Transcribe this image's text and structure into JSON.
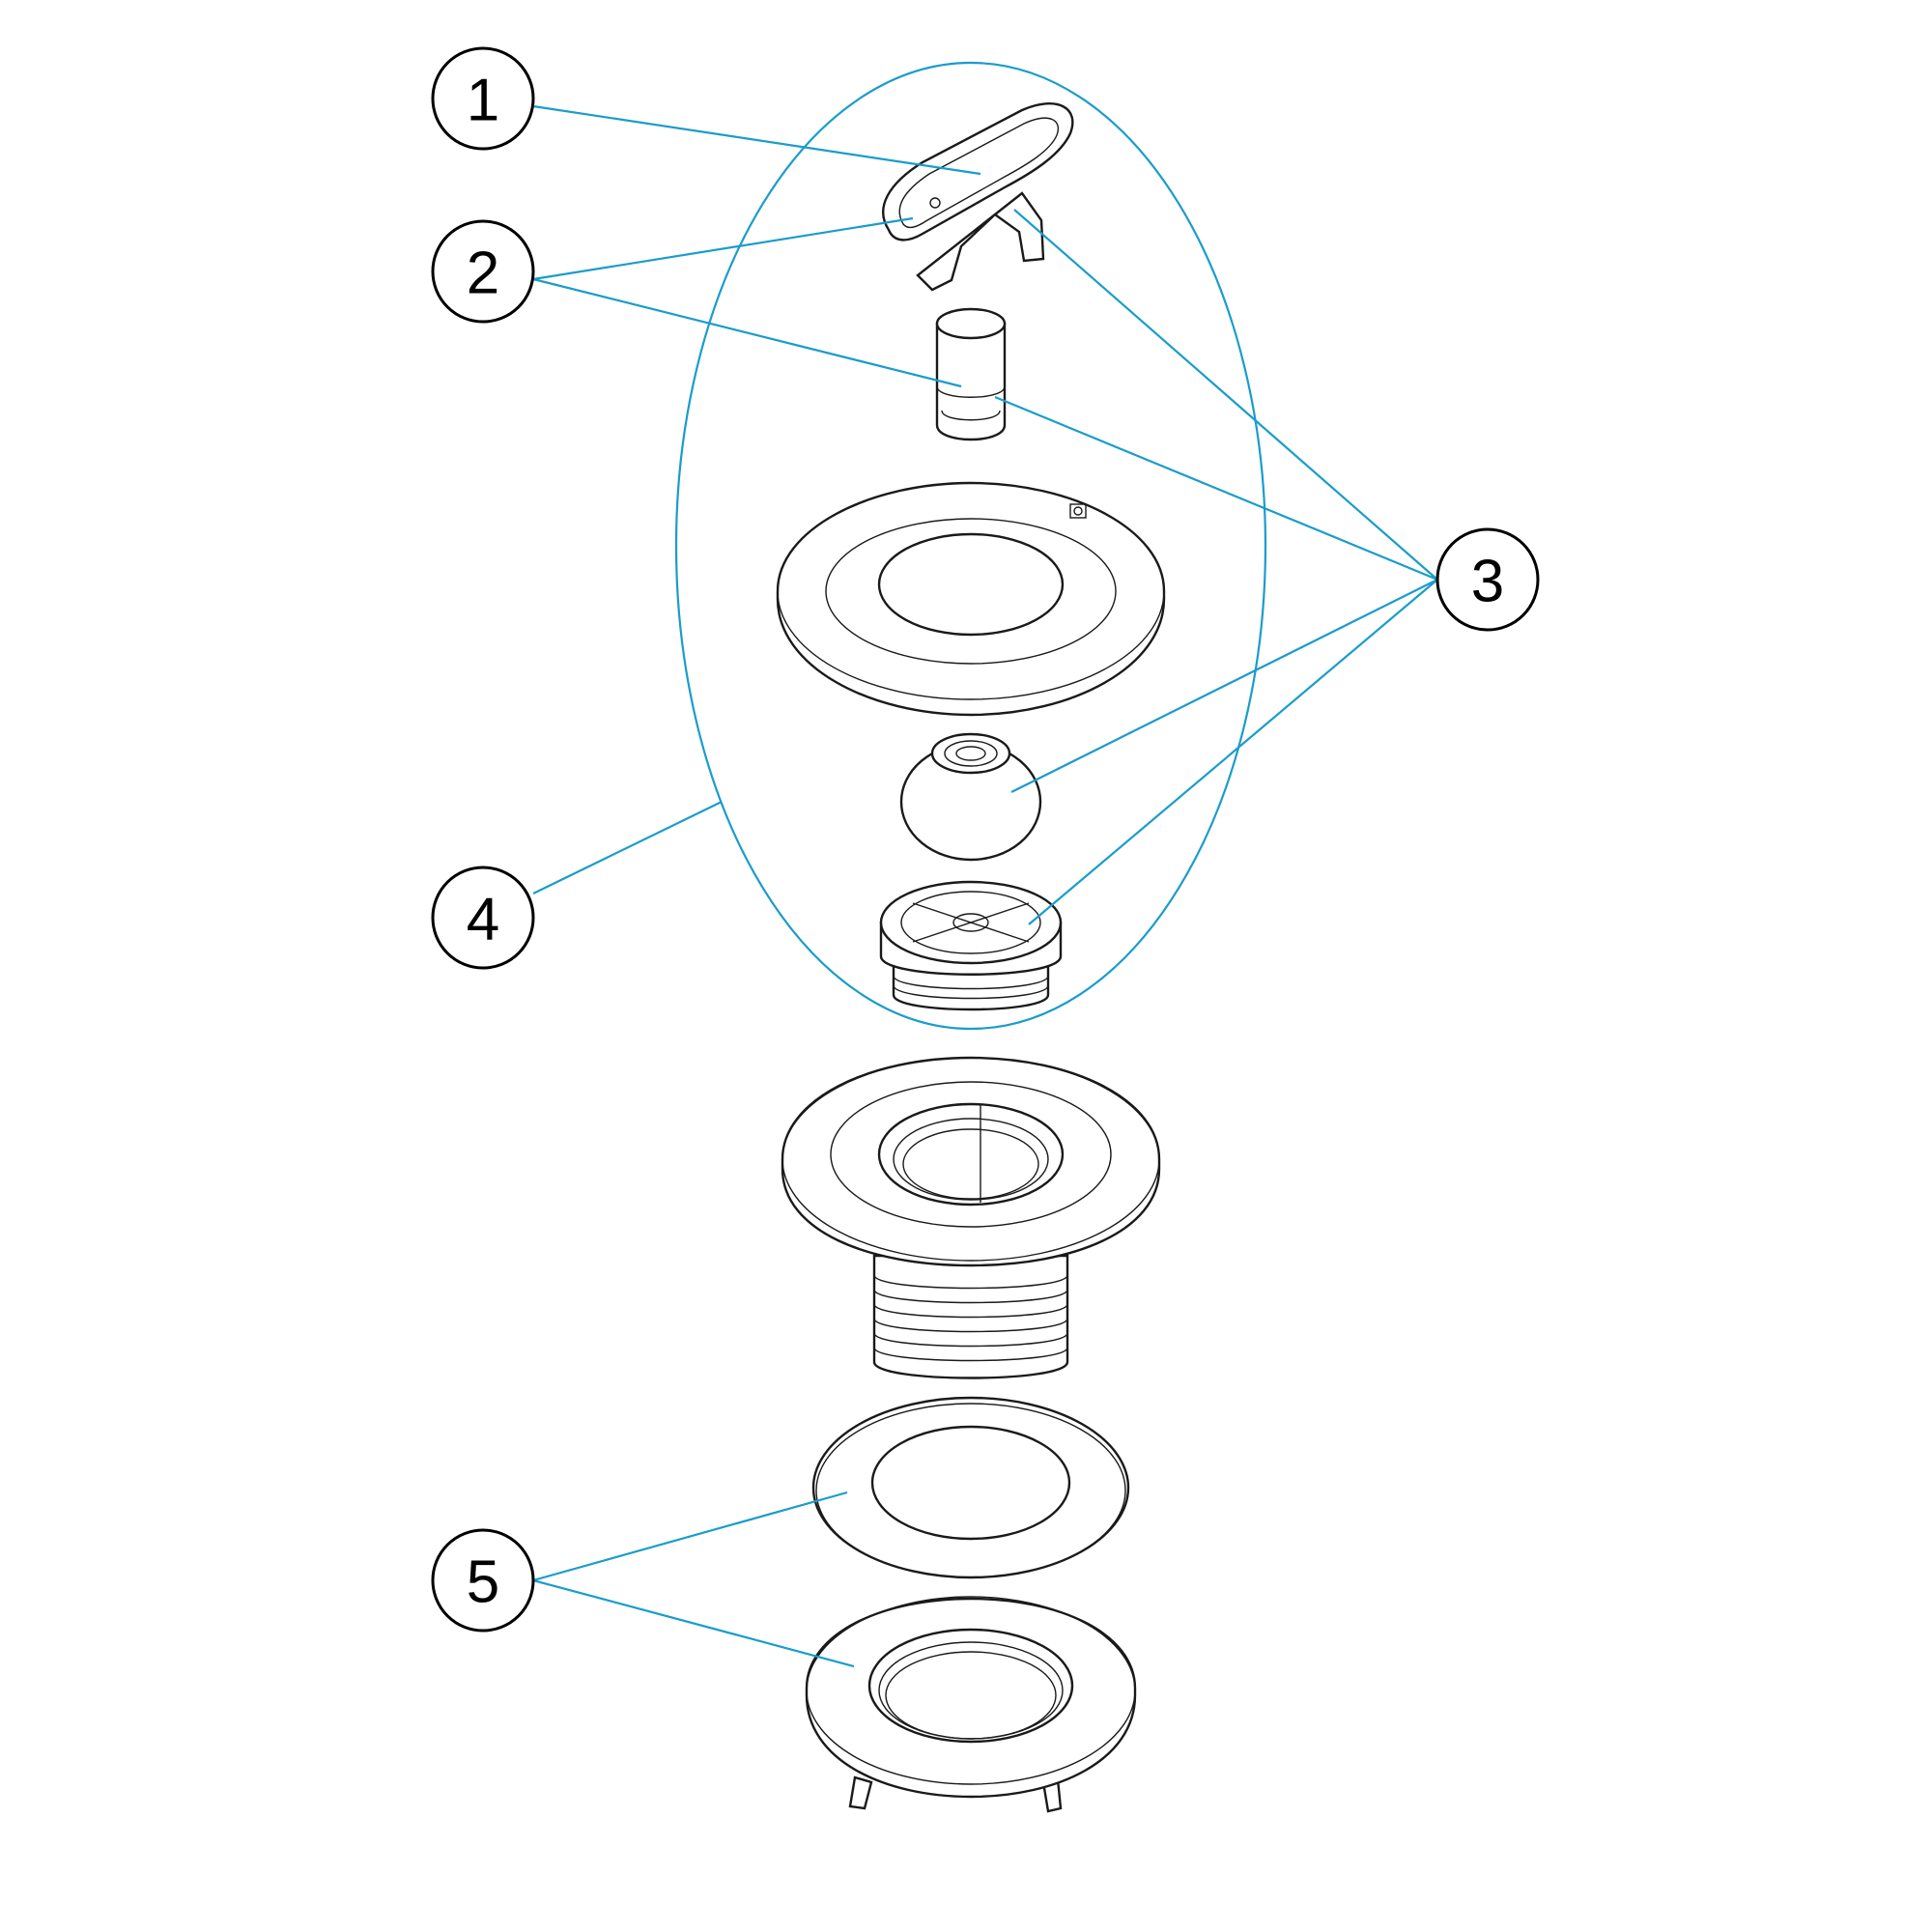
{
  "colors": {
    "leader": "#1a9ccb",
    "outline": "#1a1a1a",
    "background": "#ffffff"
  },
  "callouts": [
    {
      "id": "1",
      "label": "1"
    },
    {
      "id": "2",
      "label": "2"
    },
    {
      "id": "3",
      "label": "3"
    },
    {
      "id": "4",
      "label": "4"
    },
    {
      "id": "5",
      "label": "5"
    }
  ]
}
